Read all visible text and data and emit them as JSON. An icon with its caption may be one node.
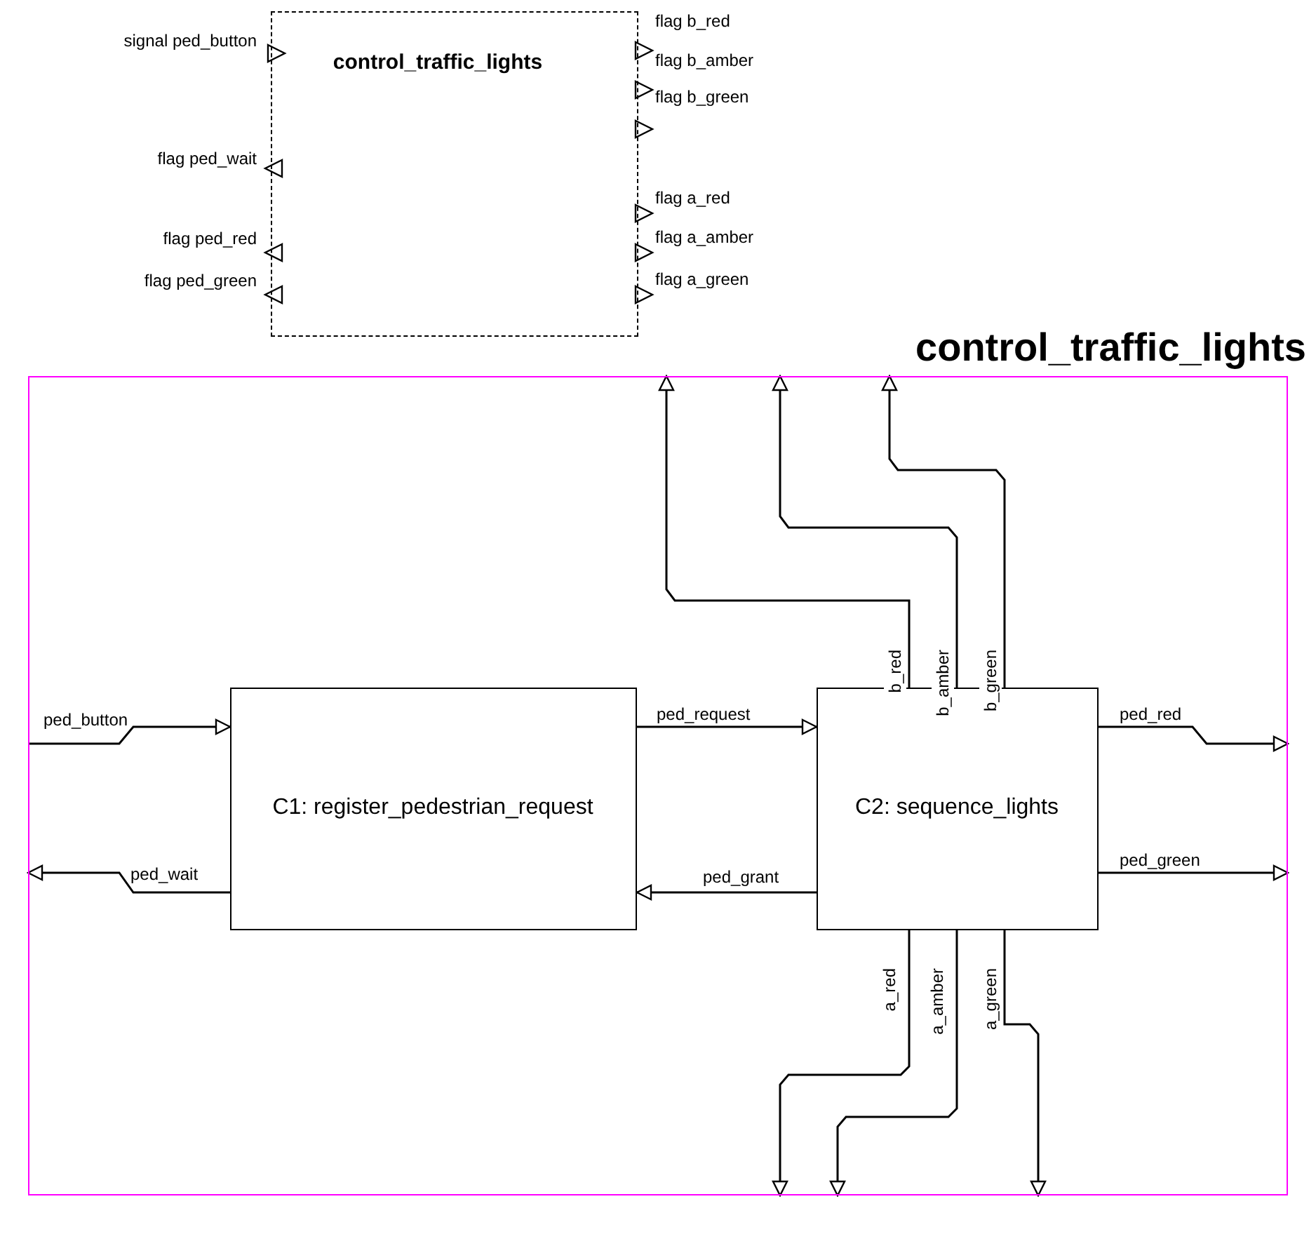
{
  "diagram": {
    "nodes": [
      {
        "text": [
          "control_traffic_lights"
        ],
        "beside": [
          "signal ped_button",
          "flag ped_wait",
          "flag ped_red",
          "flag ped_green",
          "flag b_red",
          "flag b_amber",
          "flag b_green",
          "flag a_red",
          "flag a_amber",
          "flag a_green"
        ]
      },
      {
        "text": [
          "control_traffic_lights"
        ]
      },
      {
        "text": [
          "C1: register_pedestrian_request"
        ],
        "in": 1
      },
      {
        "text": [
          "C2: sequence_lights"
        ],
        "in": 1
      }
    ],
    "edges": [
      {
        "from": 1,
        "to": 2,
        "arrow": "to",
        "label": "ped_button"
      },
      {
        "from": 2,
        "to": 1,
        "arrow": "to",
        "label": "ped_wait"
      },
      {
        "from": 2,
        "to": 3,
        "arrow": "to",
        "label": "ped_request"
      },
      {
        "from": 3,
        "to": 2,
        "arrow": "to",
        "label": "ped_grant"
      },
      {
        "from": 3,
        "to": 1,
        "arrow": "to",
        "label": "ped_red"
      },
      {
        "from": 3,
        "to": 1,
        "arrow": "to",
        "label": "ped_green"
      },
      {
        "from": 3,
        "to": 1,
        "arrow": "to",
        "label": "b_red"
      },
      {
        "from": 3,
        "to": 1,
        "arrow": "to",
        "label": "b_amber"
      },
      {
        "from": 3,
        "to": 1,
        "arrow": "to",
        "label": "b_green"
      },
      {
        "from": 3,
        "to": 1,
        "arrow": "to",
        "label": "a_red"
      },
      {
        "from": 3,
        "to": 1,
        "arrow": "to",
        "label": "a_amber"
      },
      {
        "from": 3,
        "to": 1,
        "arrow": "to",
        "label": "a_green"
      }
    ]
  }
}
